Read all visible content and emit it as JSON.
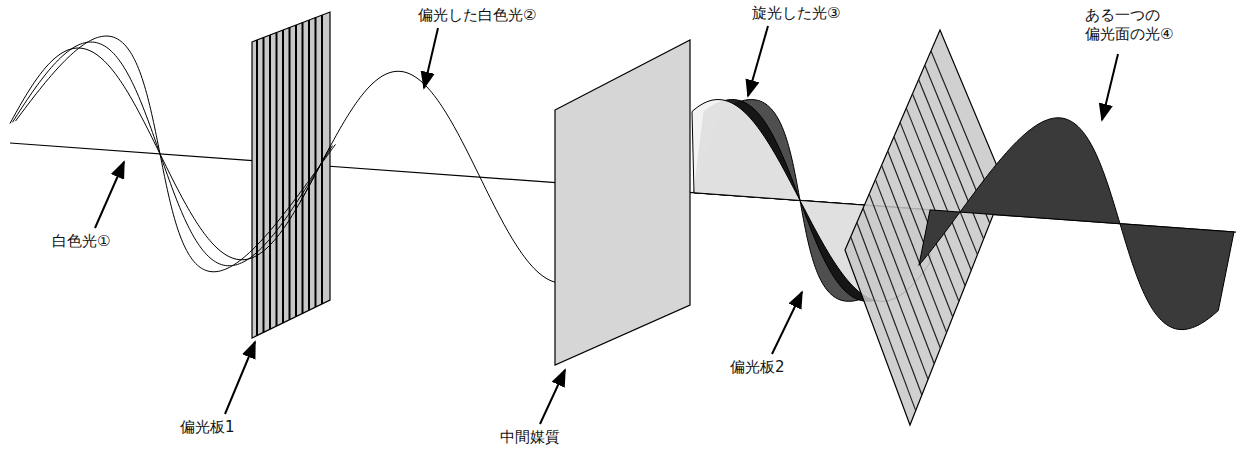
{
  "diagram": {
    "labels": [
      "白色光①",
      "偏光板1",
      "偏光した白色光②",
      "中間媒質",
      "旋光した光③",
      "偏光板2",
      "ある一つの 偏光面の光④"
    ]
  }
}
